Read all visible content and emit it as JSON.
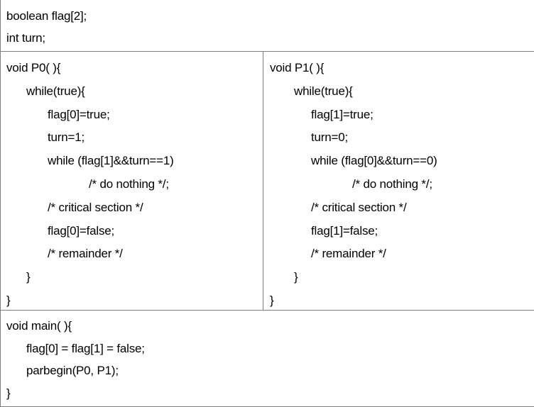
{
  "declarations": [
    "boolean flag[2];",
    "int turn;"
  ],
  "p0": [
    "void P0( ){",
    "while(true){",
    "flag[0]=true;",
    "turn=1;",
    "while (flag[1]&&turn==1)",
    "/* do nothing */;",
    "/* critical section */",
    "flag[0]=false;",
    "/* remainder */",
    "}",
    "}"
  ],
  "p1": [
    "void P1( ){",
    "while(true){",
    "flag[1]=true;",
    "turn=0;",
    "while (flag[0]&&turn==0)",
    "/* do nothing */;",
    "/* critical section */",
    "flag[1]=false;",
    "/* remainder */",
    "}",
    "}"
  ],
  "main": [
    "void main( ){",
    "flag[0] = flag[1] = false;",
    "parbegin(P0, P1);",
    "}"
  ]
}
